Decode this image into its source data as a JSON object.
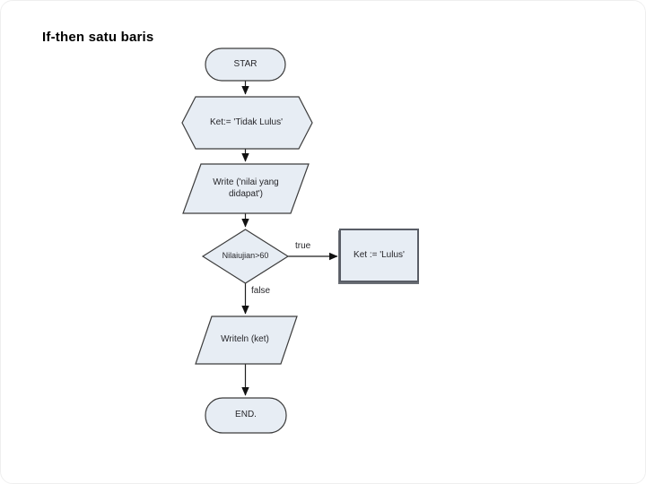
{
  "slide": {
    "title": "If-then satu baris"
  },
  "flowchart": {
    "nodes": {
      "start": {
        "label": "STAR"
      },
      "prep": {
        "label": "Ket:= 'Tidak Lulus'"
      },
      "write": {
        "line1": "Write ('nilai yang",
        "line2": "didapat')"
      },
      "decision": {
        "label": "Nilaiujian>60"
      },
      "assign": {
        "label": "Ket := 'Lulus'"
      },
      "writeln": {
        "label": "Writeln (ket)"
      },
      "end": {
        "label": "END."
      }
    },
    "edges": {
      "true_label": "true",
      "false_label": "false"
    },
    "colors": {
      "shape_fill": "#e7edf4",
      "shape_stroke": "#3c3c3c",
      "process_stroke": "#595d66",
      "connector": "#1f1f1f",
      "text": "#26262a"
    }
  }
}
